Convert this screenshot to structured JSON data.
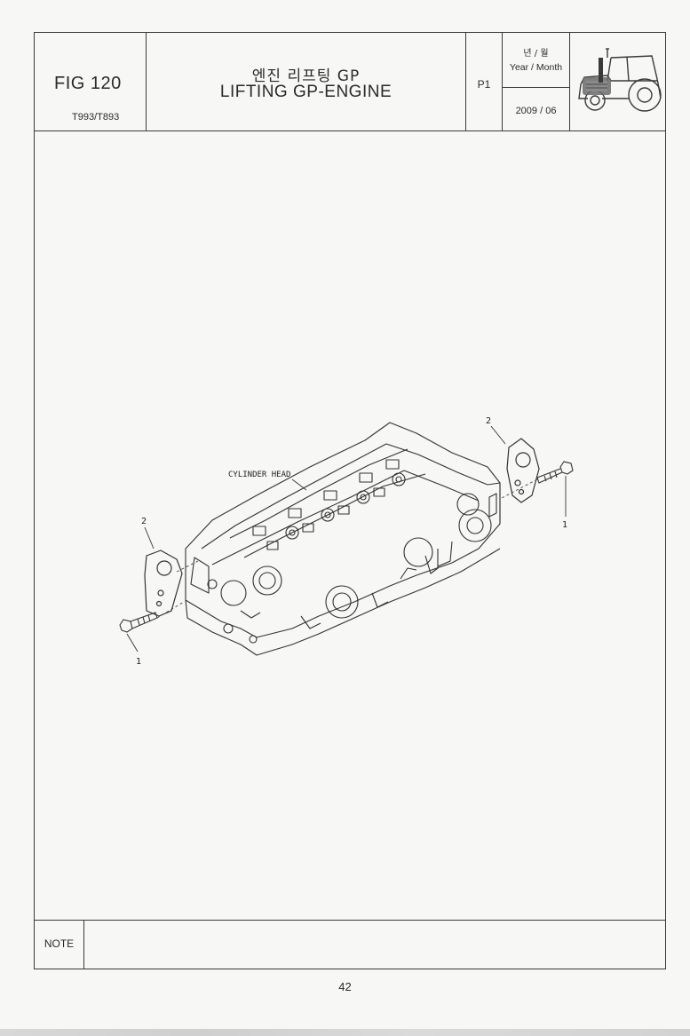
{
  "header": {
    "fig_label": "FIG 120",
    "model": "T993/T893",
    "title_kr": "엔진 리프팅 GP",
    "title_en": "LIFTING GP-ENGINE",
    "page_code": "P1",
    "year_month_kr": "년 / 월",
    "year_month_en": "Year / Month",
    "year_month_value": "2009  / 06",
    "icon": "tractor-engine-icon"
  },
  "drawing": {
    "cylinder_head_label": "CYLINDER HEAD",
    "callouts": {
      "bracket_right": "2",
      "bolt_right": "1",
      "bracket_left": "2",
      "bolt_left": "1"
    }
  },
  "footer": {
    "note_label": "NOTE",
    "note_text": "",
    "page_number": "42"
  },
  "colors": {
    "line": "#3a3a3a",
    "paper": "#f7f7f5",
    "icon_fill": "#6a6a6a"
  }
}
